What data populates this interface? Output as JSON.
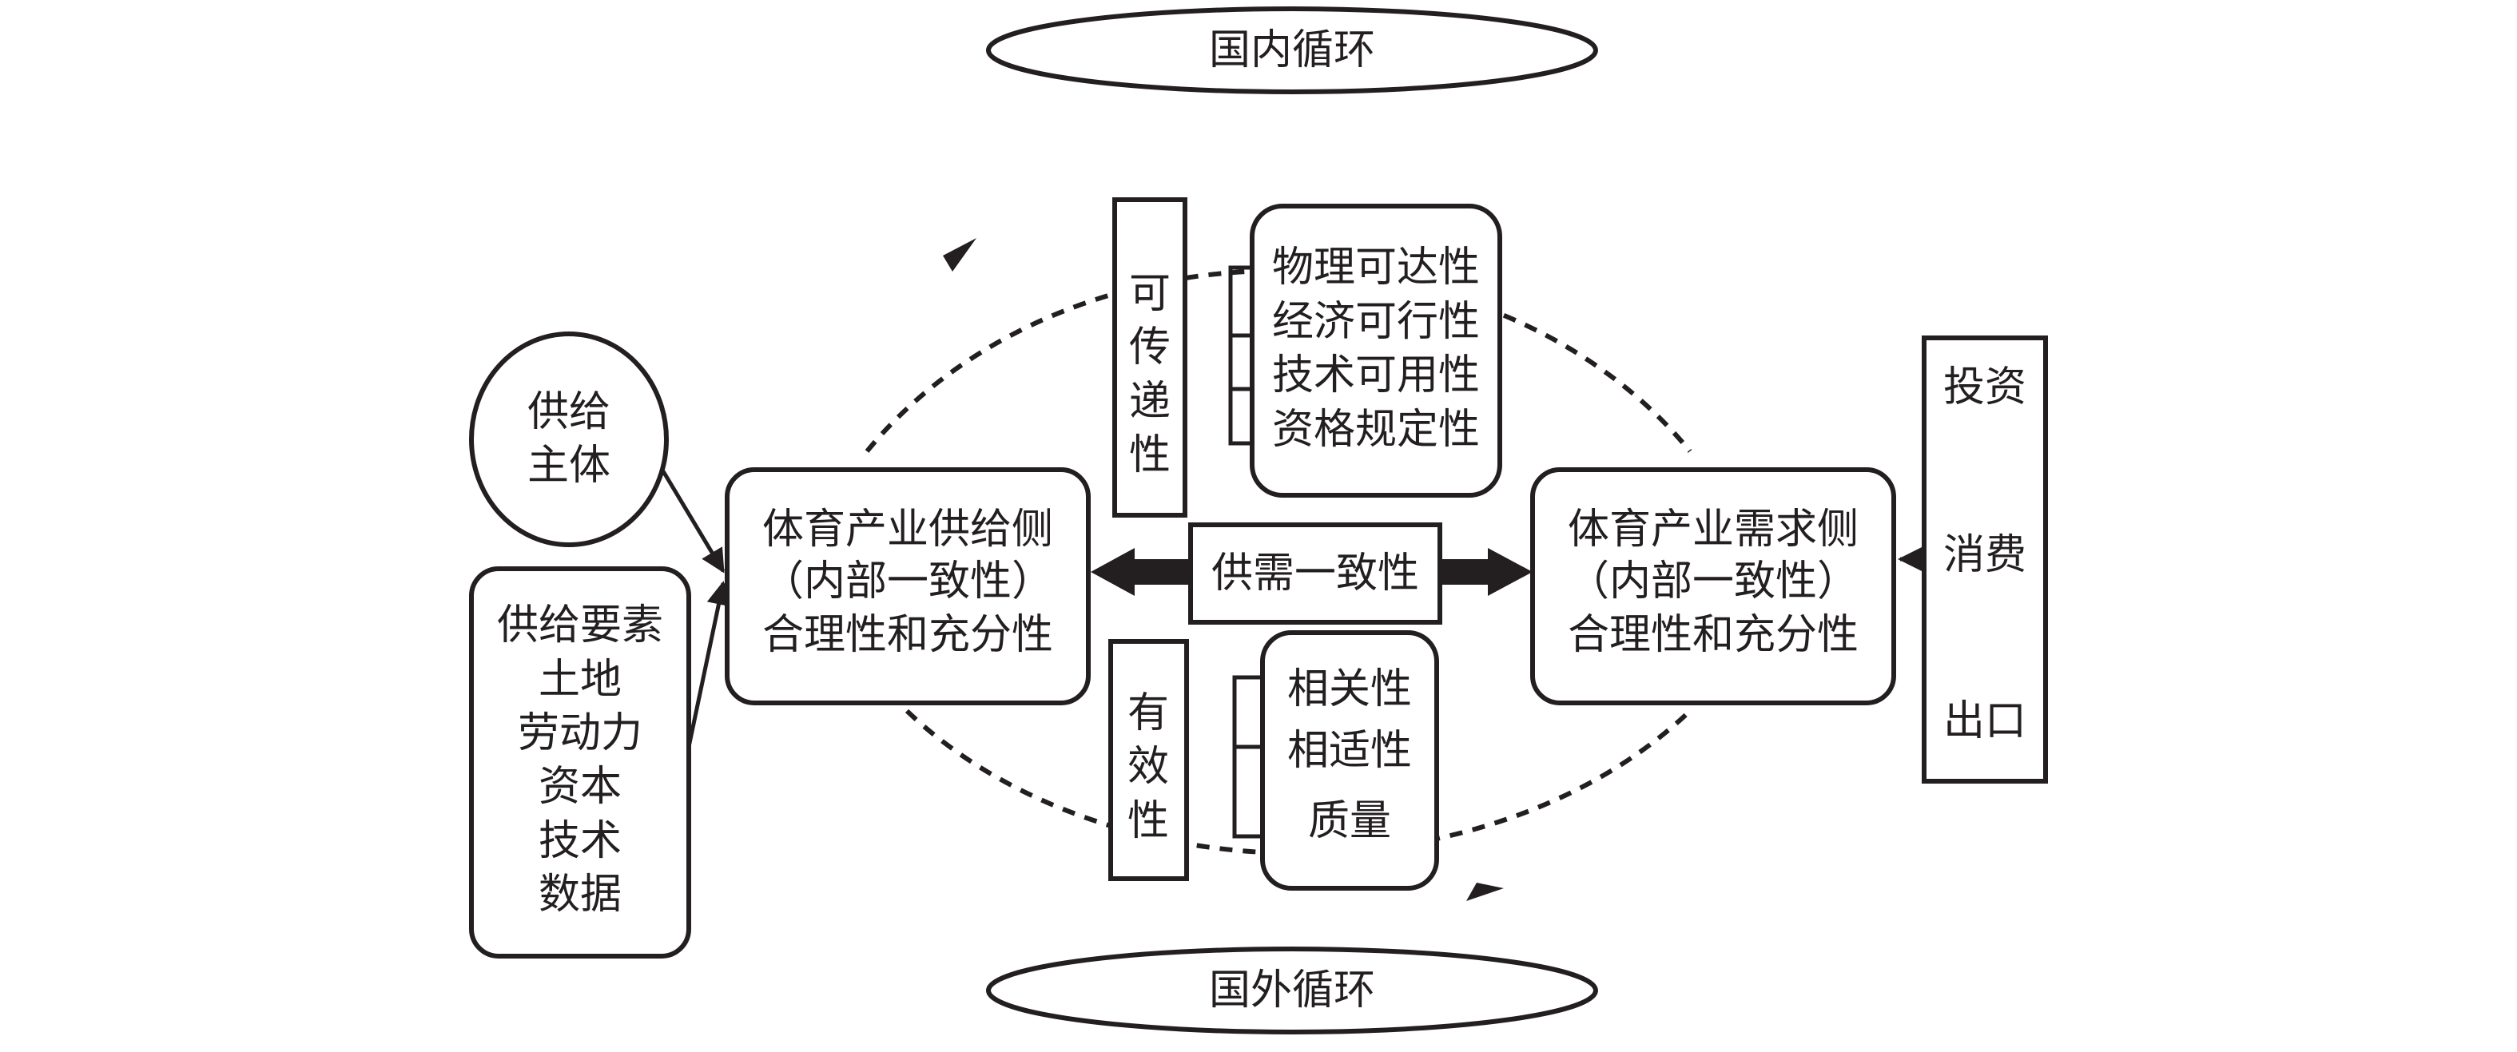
{
  "diagram": {
    "domestic_cycle": "国内循环",
    "foreign_cycle": "国外循环",
    "supply_subject": [
      "供给",
      "主体"
    ],
    "supply_factors": [
      "供给要素",
      "土地",
      "劳动力",
      "资本",
      "技术",
      "数据"
    ],
    "supply_side": [
      "体育产业供给侧",
      "（内部一致性）",
      "合理性和充分性"
    ],
    "demand_side": [
      "体育产业需求侧",
      "（内部一致性）",
      "合理性和充分性"
    ],
    "consistency": "供需一致性",
    "transmissibility": [
      "可",
      "传",
      "递",
      "性"
    ],
    "transmissibility_items": [
      "物理可达性",
      "经济可行性",
      "技术可用性",
      "资格规定性"
    ],
    "effectiveness": [
      "有",
      "效",
      "性"
    ],
    "effectiveness_items": [
      "相关性",
      "相适性",
      "质量"
    ],
    "demand_drivers": [
      "投资",
      "消费",
      "出口"
    ]
  }
}
